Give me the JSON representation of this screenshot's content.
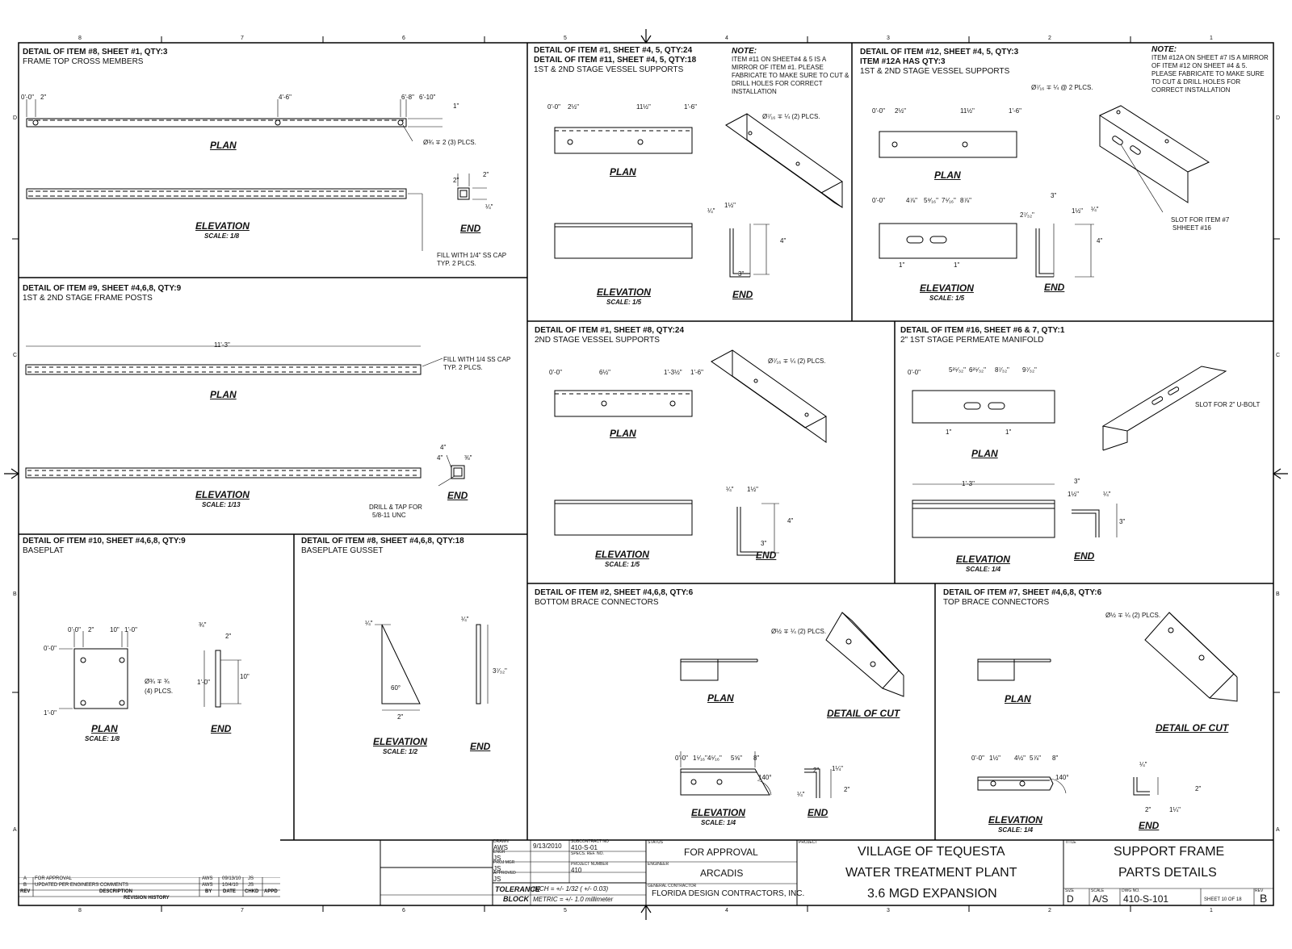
{
  "grid": {
    "cols_top": [
      "8",
      "7",
      "6",
      "5",
      "4",
      "3",
      "2",
      "1"
    ],
    "rows_side": [
      "D",
      "C",
      "B",
      "A"
    ]
  },
  "panels": {
    "p8": {
      "title": "DETAIL OF ITEM #8, SHEET #1, QTY:3",
      "subtitle": "FRAME TOP CROSS MEMBERS",
      "plan": "PLAN",
      "elev": "ELEVATION",
      "scale": "SCALE: 1/8",
      "end": "END",
      "dims": [
        "0'-0\"",
        "2\"",
        "4'-6\"",
        "6'-8\"",
        "6'-10\"",
        "1\"",
        "Ø¾ ∓ 2 (3) PLCS.",
        "2\"",
        "2\"",
        "¼\"",
        "FILL WITH 1/4\" SS CAP",
        "TYP. 2 PLCS."
      ]
    },
    "p9": {
      "title": "DETAIL OF ITEM #9, SHEET #4,6,8, QTY:9",
      "subtitle": "1ST & 2ND STAGE FRAME POSTS",
      "plan": "PLAN",
      "elev": "ELEVATION",
      "scale": "SCALE: 1/13",
      "end": "END",
      "dims": [
        "11'-3\"",
        "FILL WITH 1/4 SS CAP",
        "TYP. 2 PLCS.",
        "4\"",
        "4\"",
        "⅜\"",
        "DRILL & TAP FOR",
        "5/8-11 UNC"
      ]
    },
    "p10": {
      "title": "DETAIL OF ITEM #10, SHEET #4,6,8, QTY:9",
      "subtitle": "BASEPLAT",
      "plan": "PLAN",
      "scale": "SCALE: 1/8",
      "end": "END",
      "dims": [
        "0'-0\"",
        "2\"",
        "10\"",
        "1'-0\"",
        "0'-0\"",
        "1'-0\"",
        "Ø¾ ∓ ¾",
        "(4) PLCS.",
        "¾\"",
        "2\"",
        "1'-0\"",
        "10\""
      ]
    },
    "p8b": {
      "title": "DETAIL OF ITEM #8, SHEET #4,6,8, QTY:18",
      "subtitle": "BASEPLATE GUSSET",
      "elev": "ELEVATION",
      "scale": "SCALE: 1/2",
      "end": "END",
      "dims": [
        "¼\"",
        "60°",
        "2\"",
        "¼\"",
        "3⁷⁄₃₂\""
      ]
    },
    "p1": {
      "title": "DETAIL OF ITEM #1, SHEET #4, 5, QTY:24",
      "title2": "DETAIL OF ITEM #11, SHEET #4, 5, QTY:18",
      "subtitle": "1ST & 2ND STAGE VESSEL SUPPORTS",
      "note_head": "NOTE:",
      "note": "ITEM #11 ON SHEET#4 & 5 IS A MIRROR OF ITEM #1. PLEASE FABRICATE TO MAKE SURE TO CUT & DRILL HOLES FOR CORRECT INSTALLATION",
      "plan": "PLAN",
      "elev": "ELEVATION",
      "scale": "SCALE: 1/5",
      "end": "END",
      "dims": [
        "0'-0\"",
        "2½\"",
        "11½\"",
        "1'-6\"",
        "Ø⁷⁄₁₆ ∓ ¼ (2) PLCS.",
        "¼\"",
        "1½\"",
        "4\"",
        "3\""
      ]
    },
    "p12": {
      "title": "DETAIL OF ITEM #12, SHEET #4, 5, QTY:3",
      "title2": "ITEM #12A HAS QTY:3",
      "subtitle": "1ST & 2ND STAGE VESSEL SUPPORTS",
      "note_head": "NOTE:",
      "note": "ITEM #12A ON SHEET #7 IS A MIRROR OF ITEM #12 ON SHEET #4 & 5. PLEASE FABRICATE TO MAKE SURE TO CUT & DRILL HOLES FOR CORRECT INSTALLATION",
      "plan": "PLAN",
      "elev": "ELEVATION",
      "scale": "SCALE: 1/5",
      "end": "END",
      "dims": [
        "0'-0\"",
        "2½\"",
        "11½\"",
        "1'-6\"",
        "Ø⁷⁄₁₆ ∓ ¼ @ 2 PLCS.",
        "0'-0\"",
        "4⅞\"",
        "5⁹⁄₁₆\"",
        "7⁵⁄₁₆\"",
        "8⅞\"",
        "1\"",
        "1\"",
        "2⁷⁄₃₂\"",
        "3\"",
        "1½\"",
        "¼\"",
        "4\"",
        "SLOT FOR ITEM #7",
        "SHHEET #16"
      ]
    },
    "p1b": {
      "title": "DETAIL OF ITEM #1, SHEET #8, QTY:24",
      "subtitle": "2ND STAGE VESSEL SUPPORTS",
      "plan": "PLAN",
      "elev": "ELEVATION",
      "scale": "SCALE: 1/5",
      "end": "END",
      "dims": [
        "0'-0\"",
        "6½\"",
        "1'-3½\"",
        "1'-6\"",
        "Ø⁷⁄₁₆ ∓ ¼ (2) PLCS.",
        "¼\"",
        "1½\"",
        "4\"",
        "3\""
      ]
    },
    "p16": {
      "title": "DETAIL OF ITEM #16, SHEET #6 & 7, QTY:1",
      "subtitle": "2\" 1ST STAGE PERMEATE MANIFOLD",
      "plan": "PLAN",
      "elev": "ELEVATION",
      "scale": "SCALE: 1/4",
      "end": "END",
      "dims": [
        "0'-0\"",
        "5²⁵⁄₃₂\"",
        "6²⁵⁄₃₂\"",
        "8⁷⁄₃₂\"",
        "9⁷⁄₃₂\"",
        "1\"",
        "1\"",
        "SLOT FOR 2\" U-BOLT",
        "1'-3\"",
        "3\"",
        "1½\"",
        "¼\"",
        "3\""
      ]
    },
    "p2": {
      "title": "DETAIL OF ITEM #2, SHEET #4,6,8, QTY:6",
      "subtitle": "BOTTOM BRACE CONNECTORS",
      "plan": "PLAN",
      "cut": "DETAIL OF CUT",
      "elev": "ELEVATION",
      "scale": "SCALE: 1/4",
      "end": "END",
      "dims": [
        "Ø½ ∓ ¼ (2) PLCS.",
        "0'-0\"",
        "1⁵⁄₁₆\"",
        "4⁵⁄₁₆\"",
        "5⅝\"",
        "8\"",
        "140°",
        "2\"",
        "1¼\"",
        "¼\"",
        "2\""
      ]
    },
    "p7": {
      "title": "DETAIL OF ITEM #7, SHEET #4,6,8, QTY:6",
      "subtitle": "TOP BRACE CONNECTORS",
      "plan": "PLAN",
      "cut": "DETAIL OF CUT",
      "elev": "ELEVATION",
      "scale": "SCALE: 1/4",
      "end": "END",
      "dims": [
        "Ø½ ∓ ¼ (2) PLCS.",
        "0'-0\"",
        "1½\"",
        "4½\"",
        "5⅞\"",
        "8\"",
        "140°",
        "¼\"",
        "2\"",
        "2\"",
        "1¼\""
      ]
    }
  },
  "revisions": {
    "rows": [
      [
        "A",
        "FOR APPROVAL",
        "AWS",
        "09/13/10",
        "JS"
      ],
      [
        "B",
        "UPDATED PER ENGINEERS COMMENTS",
        "AWS",
        "10/4/10",
        "JS"
      ]
    ],
    "headers": [
      "REV",
      "DESCRIPTION",
      "BY",
      "DATE",
      "CHKD",
      "APPD"
    ],
    "caption": "REVISION HISTORY"
  },
  "titleblock": {
    "drawn_lbl": "DRAWN",
    "drawn": "AWS",
    "engr_lbl": "ENGR",
    "engr": "JS",
    "projmgr_lbl": "PROJ MGR",
    "projmgr": "JS",
    "approved_lbl": "APPROVED",
    "approved": "JS",
    "date": "9/13/2010",
    "subcontract_lbl": "SUBCONTRACT NO",
    "subcontract": "410-S-01",
    "specs_lbl": "SPECS. REF. NO.",
    "projnum_lbl": "PROJECT NUMBER",
    "projnum": "410",
    "tol_lbl1": "TOLERANCE",
    "tol_lbl2": "BLOCK",
    "tol_inch": "INCH = +/- 1/32 ( +/- 0.03)",
    "tol_metric": "METRIC = +/- 1.0 millimeter",
    "status_lbl": "STATUS",
    "status": "FOR APPROVAL",
    "engineer_lbl": "ENGINEER",
    "engineer": "ARCADIS",
    "gc_lbl": "GENERAL CONTRACTOR",
    "gc": "FLORIDA DESIGN CONTRACTORS, INC.",
    "project_lbl": "PROJECT",
    "project1": "VILLAGE OF TEQUESTA",
    "project2": "WATER TREATMENT PLANT",
    "project3": "3.6 MGD EXPANSION",
    "title_lbl": "TITLE",
    "title1": "SUPPORT FRAME",
    "title2": "PARTS DETAILS",
    "size_lbl": "SIZE",
    "size": "D",
    "scale_lbl": "SCALE",
    "scale": "A/S",
    "dwg_lbl": "DWG NO.",
    "dwg": "410-S-101",
    "sheet": "SHEET 10 OF 18",
    "rev_lbl": "REV",
    "rev": "B"
  }
}
